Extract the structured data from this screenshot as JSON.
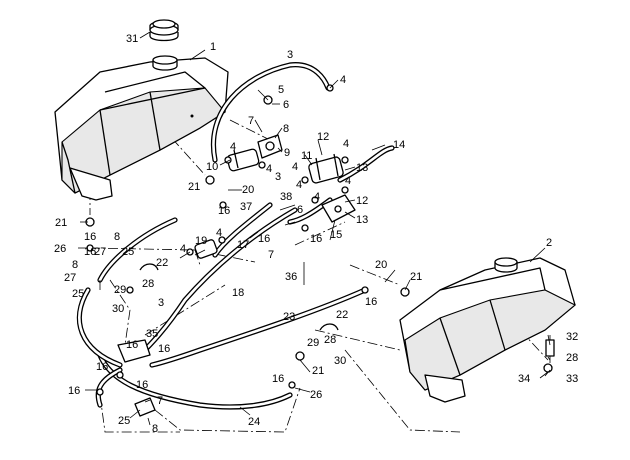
{
  "callouts": {
    "c1": "1",
    "c2": "2",
    "c3a": "3",
    "c3b": "3",
    "c3c": "3",
    "c4a": "4",
    "c4b": "4",
    "c4c": "4",
    "c4d": "4",
    "c4e": "4",
    "c4f": "4",
    "c4g": "4",
    "c4h": "4",
    "c4i": "4",
    "c4j": "4",
    "c5": "5",
    "c6a": "6",
    "c6b": "6",
    "c7a": "7",
    "c7b": "7",
    "c7c": "7",
    "c8a": "8",
    "c8b": "8",
    "c8c": "8",
    "c8d": "8",
    "c10": "10",
    "c11": "11",
    "c12a": "12",
    "c12b": "12",
    "c13a": "13",
    "c13b": "13",
    "c14": "14",
    "c15": "15",
    "c16a": "16",
    "c16b": "16",
    "c16c": "16",
    "c16d": "16",
    "c16e": "16",
    "c16f": "16",
    "c16g": "16",
    "c16h": "16",
    "c16i": "16",
    "c16j": "16",
    "c17": "17",
    "c18": "18",
    "c19": "19",
    "c20a": "20",
    "c20b": "20",
    "c21a": "21",
    "c21b": "21",
    "c21c": "21",
    "c21d": "21",
    "c22a": "22",
    "c22b": "22",
    "c23": "23",
    "c24": "24",
    "c25a": "25",
    "c25b": "25",
    "c25c": "25",
    "c26a": "26",
    "c26b": "26",
    "c27a": "27",
    "c27b": "27",
    "c28a": "28",
    "c28b": "28",
    "c28c": "28",
    "c29a": "29",
    "c29b": "29",
    "c30a": "30",
    "c30b": "30",
    "c31": "31",
    "c32": "32",
    "c33": "33",
    "c34": "34",
    "c35": "35",
    "c36": "36",
    "c37": "37",
    "c38": "38",
    "c9": "9"
  }
}
